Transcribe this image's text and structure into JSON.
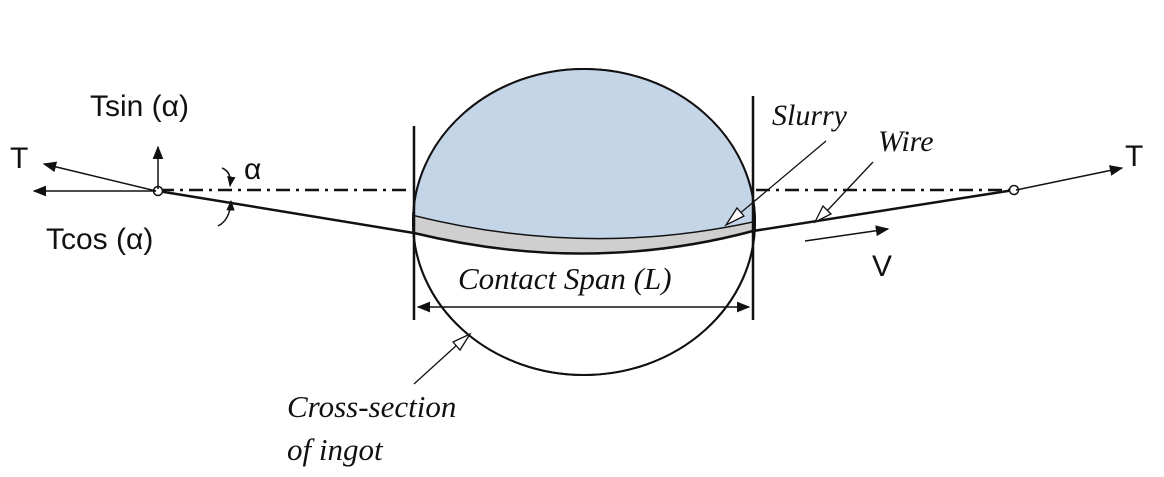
{
  "labels": {
    "tsin": "Tsin (α)",
    "tcos": "Tcos (α)",
    "t_left": "T",
    "t_right": "T",
    "alpha": "α",
    "slurry": "Slurry",
    "wire": "Wire",
    "velocity": "V",
    "contact_span": "Contact Span (L)",
    "cross_section_line1": "Cross-section",
    "cross_section_line2": "of ingot"
  },
  "colors": {
    "ingot_fill": "#c5d5e8",
    "slurry_fill": "#cfcfcf",
    "stroke": "#111111",
    "background": "#ffffff"
  }
}
